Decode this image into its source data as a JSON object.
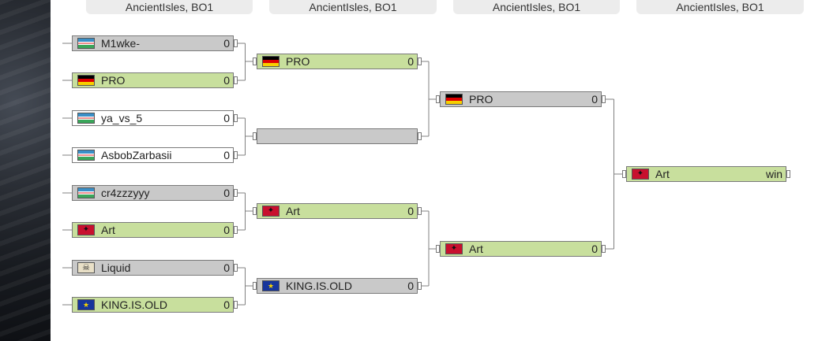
{
  "rounds": [
    {
      "header": "AncientIsles, BO1"
    },
    {
      "header": "AncientIsles, BO1"
    },
    {
      "header": "AncientIsles, BO1"
    },
    {
      "header": "AncientIsles, BO1"
    }
  ],
  "round1": [
    {
      "name": "M1wke-",
      "score": "0",
      "flag": "flag-uz",
      "state": "loser"
    },
    {
      "name": "PRO",
      "score": "0",
      "flag": "flag-de",
      "state": "winner"
    },
    {
      "name": "ya_vs_5",
      "score": "0",
      "flag": "flag-uz",
      "state": "plain"
    },
    {
      "name": "AsbobZarbasii",
      "score": "0",
      "flag": "flag-uz",
      "state": "plain"
    },
    {
      "name": "cr4zzzyyy",
      "score": "0",
      "flag": "flag-uz",
      "state": "loser"
    },
    {
      "name": "Art",
      "score": "0",
      "flag": "flag-al",
      "state": "winner"
    },
    {
      "name": "Liquid",
      "score": "0",
      "flag": "flag-pirate",
      "state": "loser"
    },
    {
      "name": "KING.IS.OLD",
      "score": "0",
      "flag": "flag-eu",
      "state": "winner"
    }
  ],
  "round2": [
    {
      "name": "PRO",
      "score": "0",
      "flag": "flag-de",
      "state": "winner"
    },
    {
      "name": "",
      "score": "",
      "flag": "",
      "state": "empty"
    },
    {
      "name": "Art",
      "score": "0",
      "flag": "flag-al",
      "state": "winner"
    },
    {
      "name": "KING.IS.OLD",
      "score": "0",
      "flag": "flag-eu",
      "state": "loser"
    }
  ],
  "round3": [
    {
      "name": "PRO",
      "score": "0",
      "flag": "flag-de",
      "state": "loser"
    },
    {
      "name": "Art",
      "score": "0",
      "flag": "flag-al",
      "state": "winner"
    }
  ],
  "round4": [
    {
      "name": "Art",
      "score": "win",
      "flag": "flag-al",
      "state": "winner"
    }
  ],
  "icons": {
    "flag-uz": "uzbekistan-flag-icon",
    "flag-de": "germany-flag-icon",
    "flag-eu": "european-union-flag-icon",
    "flag-al": "albania-flag-icon",
    "flag-pirate": "pirate-flag-icon"
  },
  "colors": {
    "winner": "#c8df9d",
    "loser": "#c9c9c9",
    "plain": "#ffffff",
    "header_bg": "#ececec"
  }
}
